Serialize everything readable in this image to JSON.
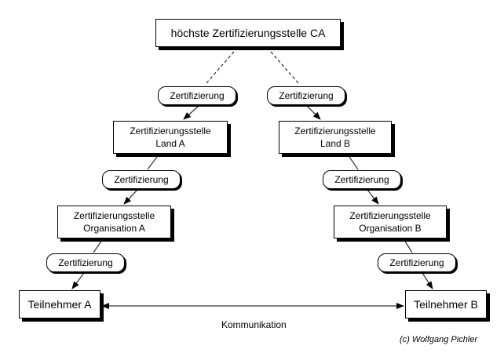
{
  "root": {
    "label": "höchste Zertifizierungsstelle CA"
  },
  "left": {
    "country": {
      "line1": "Zertifizierungsstelle",
      "line2": "Land A"
    },
    "org": {
      "line1": "Zertifizierungsstelle",
      "line2": "Organisation A"
    },
    "participant": {
      "label": "Teilnehmer A"
    }
  },
  "right": {
    "country": {
      "line1": "Zertifizierungsstelle",
      "line2": "Land B"
    },
    "org": {
      "line1": "Zertifizierungsstelle",
      "line2": "Organisation B"
    },
    "participant": {
      "label": "Teilnehmer B"
    }
  },
  "edge_label": "Zertifizierung",
  "communication_label": "Kommunikation",
  "copyright": "(c) Wolfgang Pichler"
}
